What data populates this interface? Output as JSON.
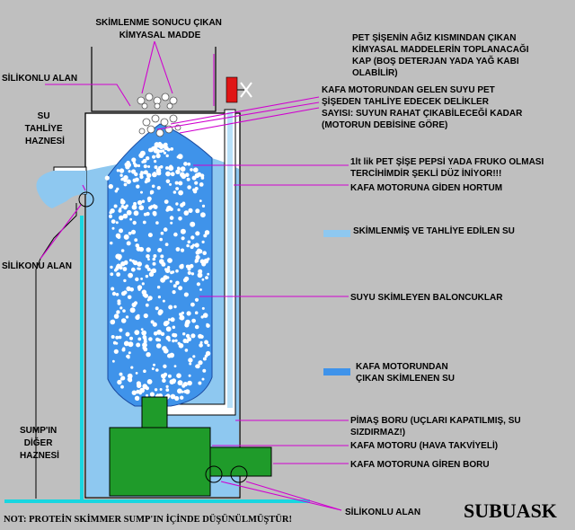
{
  "labels": {
    "top_center": [
      "SKİMLENME SONUCU ÇIKAN",
      "KİMYASAL MADDE"
    ],
    "cup": [
      "PET ŞİŞENİN AĞIZ KISMINDAN ÇIKAN",
      "KİMYASAL MADDELERİN TOPLANACAĞI",
      "KAP (BOŞ DETERJAN YADA YAĞ KABI",
      "OLABİLİR)"
    ],
    "silikon_top": "SİLİKONLU ALAN",
    "holes": [
      "KAFA MOTORUNDAN GELEN SUYU PET",
      "ŞİŞEDEN TAHLİYE EDECEK DELİKLER",
      "SAYISI: SUYUN RAHAT ÇIKABİLECEĞİ KADAR",
      "(MOTORUN DEBİSİNE GÖRE)"
    ],
    "su_tahliye": [
      "SU",
      "TAHLİYE",
      "HAZNESİ"
    ],
    "bottle": [
      "1lt lik PET ŞİŞE PEPSİ YADA FRUKO OLMASI",
      "TERCİHİMDİR ŞEKLİ DÜZ İNİYOR!!!"
    ],
    "hose": "KAFA MOTORUNA GİDEN HORTUM",
    "legend_light": "SKİMLENMİŞ VE TAHLİYE EDİLEN SU",
    "silikon_left": "SİLİKONU ALAN",
    "bubbles": "SUYU SKİMLEYEN BALONCUKLAR",
    "legend_dark": [
      "KAFA MOTORUNDAN",
      "ÇIKAN SKİMLENEN SU"
    ],
    "sump_other": [
      "SUMP'IN",
      "DİĞER",
      "HAZNESİ"
    ],
    "pimas": [
      "PİMAŞ BORU (UÇLARI KAPATILMIŞ, SU",
      "SIZDIRMAZ!)"
    ],
    "motor": "KAFA MOTORU (HAVA TAKVİYELİ)",
    "inlet": "KAFA MOTORUNA GİREN BORU",
    "silikon_bottom": "SİLİKONLU ALAN",
    "note": "NOT: PROTEİN SKİMMER SUMP'IN İÇİNDE DÜŞÜNÜLMÜŞTÜR!",
    "brand": "SUBUASK"
  },
  "colors": {
    "background": "#bfbfbf",
    "tank_fill": "#ffffff",
    "light_water": "#8ec8f0",
    "dark_water": "#3f93ea",
    "motor_green": "#1f9b2a",
    "sump_water": "#18d6e0",
    "leader_lines": "#d000d0",
    "valve": "#e01515"
  },
  "icons": [
    "valve-icon",
    "silicone-ring-icon"
  ]
}
